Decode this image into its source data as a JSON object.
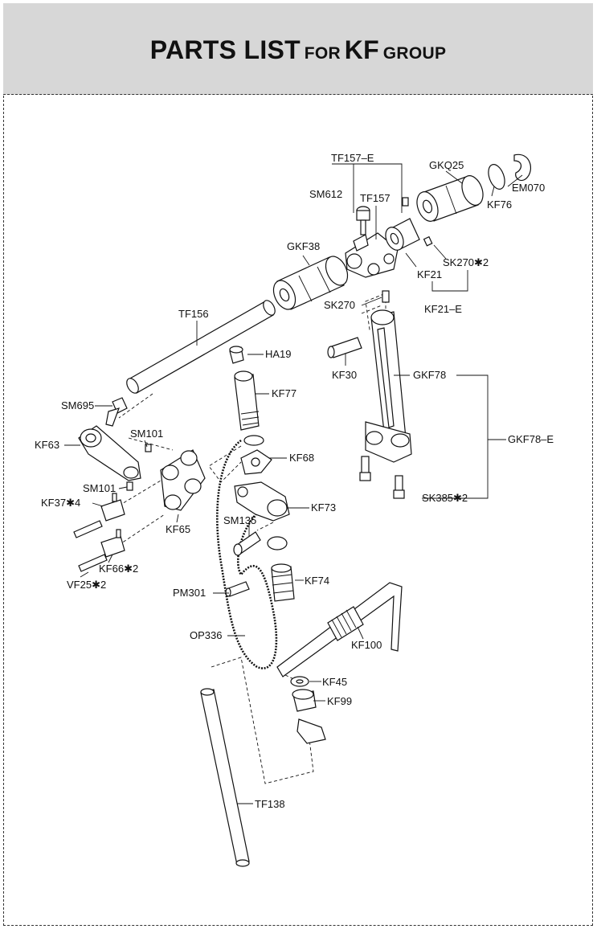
{
  "header": {
    "title_part1": "PARTS LIST",
    "title_part2": "FOR",
    "title_part3": "KF",
    "title_part4": "GROUP"
  },
  "labels": {
    "tf157e": "TF157–E",
    "gkq25": "GKQ25",
    "sm612": "SM612",
    "tf157": "TF157",
    "em070": "EM070",
    "kf76": "KF76",
    "gkf38": "GKF38",
    "sk270x2": "SK270✱2",
    "kf21": "KF21",
    "sk270": "SK270",
    "kf21e": "KF21–E",
    "tf156": "TF156",
    "ha19": "HA19",
    "kf30": "KF30",
    "gkf78": "GKF78",
    "kf77": "KF77",
    "sm695": "SM695",
    "gkf78e": "GKF78–E",
    "kf63": "KF63",
    "sm101a": "SM101",
    "kf68": "KF68",
    "sm101b": "SM101",
    "kf37x4": "KF37✱4",
    "kf73": "KF73",
    "kf65": "KF65",
    "sm135": "SM135",
    "sk385x2": "SK385✱2",
    "kf66x2": "KF66✱2",
    "vf25x2": "VF25✱2",
    "kf74": "KF74",
    "pm301": "PM301",
    "op336": "OP336",
    "kf100": "KF100",
    "kf45": "KF45",
    "kf99": "KF99",
    "tf138": "TF138"
  }
}
